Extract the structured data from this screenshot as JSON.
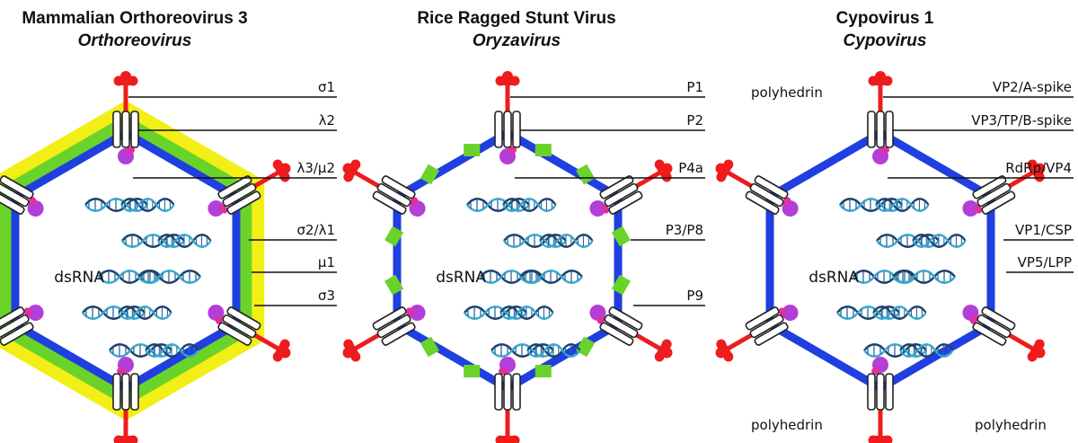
{
  "panels": [
    {
      "title": "Mammalian Orthoreovirus 3",
      "genus": "Orthoreovirus",
      "rna_label": "dsRNA",
      "labels": [
        "σ1",
        "λ2",
        "λ3/μ2",
        "σ2/λ1",
        "μ1",
        "σ3"
      ]
    },
    {
      "title": "Rice Ragged Stunt Virus",
      "genus": "Oryzavirus",
      "rna_label": "dsRNA",
      "labels": [
        "P1",
        "P2",
        "P4a",
        "P3/P8",
        "P9"
      ]
    },
    {
      "title": "Cypovirus 1",
      "genus": "Cypovirus",
      "rna_label": "dsRNA",
      "labels": [
        "VP2/A-spike",
        "VP3/TP/B-spike",
        "RdRp/VP4",
        "VP1/CSP",
        "VP5/LPP"
      ],
      "polyhedrin": [
        "polyhedrin",
        "polyhedrin",
        "polyhedrin"
      ]
    }
  ],
  "colors": {
    "capsid_blue": "#1f3fe0",
    "layer_green": "#6ad32a",
    "layer_yellow": "#f2ef16",
    "spike_red": "#ee1c1c",
    "enzyme_purple": "#b33ed8",
    "enzyme_magenta": "#e0309e",
    "dna_dark": "#1d3f6a",
    "dna_light": "#3aa7d0"
  },
  "icons": [
    "turret-icon",
    "spike-icon",
    "polymerase-icon",
    "dna-helix-icon"
  ]
}
